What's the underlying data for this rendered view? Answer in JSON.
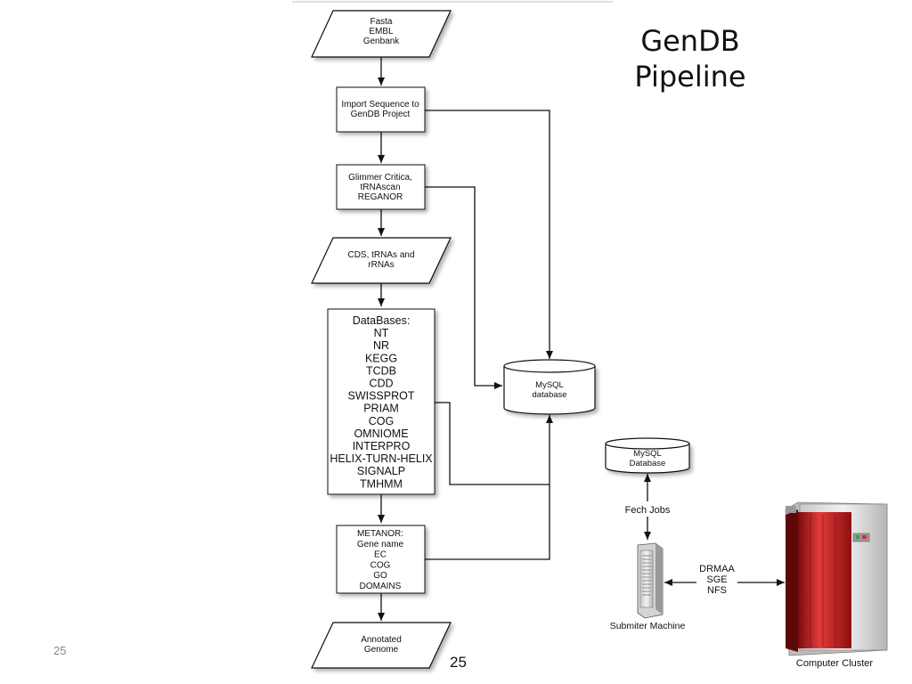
{
  "slide": {
    "title_lines": [
      "GenDB",
      "Pipeline"
    ],
    "slide_number": "25",
    "page_number": "25"
  },
  "flowchart": {
    "input": [
      "Fasta",
      "EMBL",
      "Genbank"
    ],
    "import": [
      "Import Sequence to",
      "GenDB Project"
    ],
    "tools": [
      "Glimmer Critica,",
      "tRNAscan",
      "REGANOR"
    ],
    "cds": [
      "CDS, tRNAs and",
      "rRNAs"
    ],
    "databases": [
      "DataBases:",
      "NT",
      "NR",
      "KEGG",
      "TCDB",
      "CDD",
      "SWISSPROT",
      "PRIAM",
      "COG",
      "OMNIOME",
      "INTERPRO",
      "HELIX-TURN-HELIX",
      "SIGNALP",
      "TMHMM"
    ],
    "metanor": [
      "METANOR:",
      "Gene name",
      "EC",
      "COG",
      "GO",
      "DOMAINS"
    ],
    "output": [
      "Annotated",
      "Genome"
    ],
    "mysql": [
      "MySQL",
      "database"
    ]
  },
  "cluster": {
    "db": [
      "MySQL",
      "Database"
    ],
    "fetch_label": "Fech Jobs",
    "submitter_label": "Submiter Machine",
    "protocols": [
      "DRMAA",
      "SGE",
      "NFS"
    ],
    "cluster_label": "Computer Cluster"
  }
}
